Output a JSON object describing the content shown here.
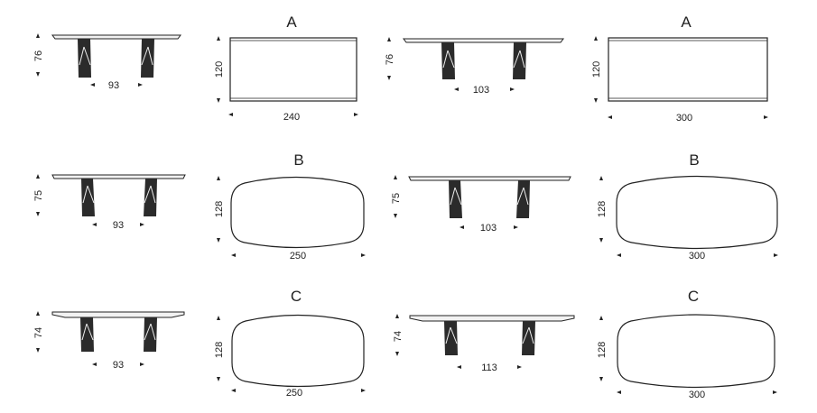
{
  "colors": {
    "line": "#222222",
    "leg": "#2b2b2b",
    "top": "#f2f2f2"
  },
  "rows": [
    {
      "variant": "A",
      "tables": [
        {
          "variant": "",
          "height": "76",
          "base": "93",
          "depth": "120",
          "length": "240",
          "shape": "rectangle"
        },
        {
          "variant": "A",
          "height": "76",
          "base": "103",
          "depth": "120",
          "length": "300",
          "shape": "rectangle"
        }
      ]
    },
    {
      "variant": "B",
      "tables": [
        {
          "variant": "",
          "height": "75",
          "base": "93",
          "depth": "128",
          "length": "250",
          "shape": "barrel"
        },
        {
          "variant": "B",
          "height": "75",
          "base": "103",
          "depth": "128",
          "length": "300",
          "shape": "barrel"
        }
      ]
    },
    {
      "variant": "C",
      "tables": [
        {
          "variant": "",
          "height": "74",
          "base": "93",
          "depth": "128",
          "length": "250",
          "shape": "barrel"
        },
        {
          "variant": "C",
          "height": "74",
          "base": "113",
          "depth": "128",
          "length": "300",
          "shape": "barrel"
        }
      ]
    }
  ]
}
